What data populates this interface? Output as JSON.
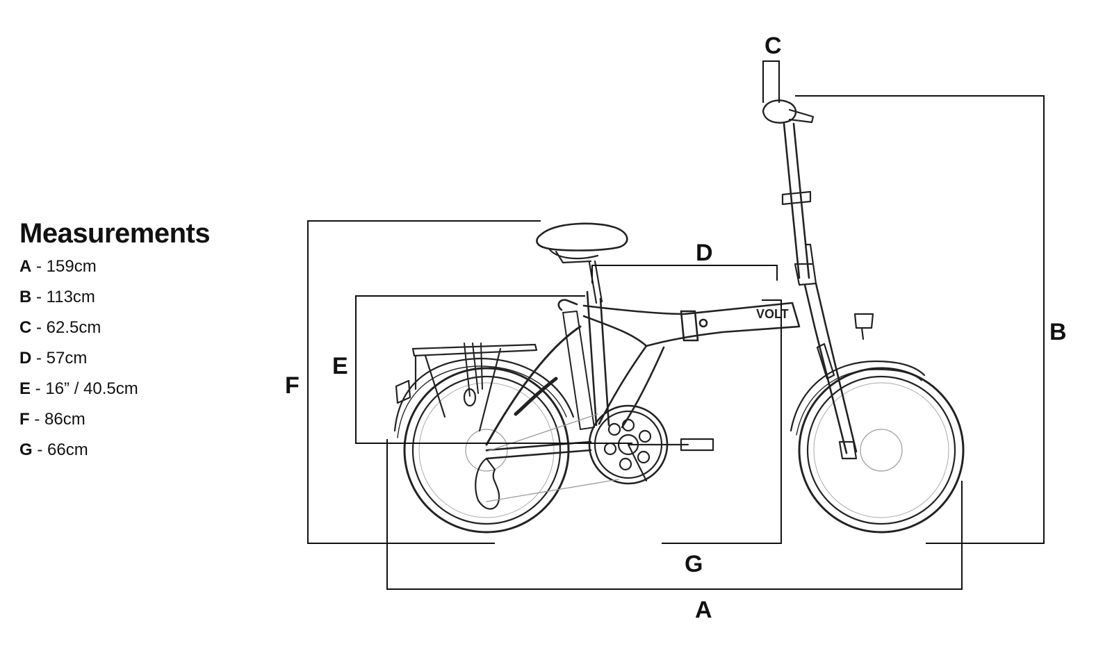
{
  "title": "Measurements",
  "measurements": [
    {
      "key": "A",
      "value": " - 159cm"
    },
    {
      "key": "B",
      "value": " - 113cm"
    },
    {
      "key": "C",
      "value": " - 62.5cm"
    },
    {
      "key": "D",
      "value": " - 57cm"
    },
    {
      "key": "E",
      "value": " -  16” / 40.5cm"
    },
    {
      "key": "F",
      "value": " - 86cm"
    },
    {
      "key": "G",
      "value": " - 66cm"
    }
  ],
  "diagram": {
    "labels": {
      "a": "A",
      "b": "B",
      "c": "C",
      "d": "D",
      "e": "E",
      "f": "F",
      "g": "G"
    },
    "frame_brand": "VOLT"
  }
}
